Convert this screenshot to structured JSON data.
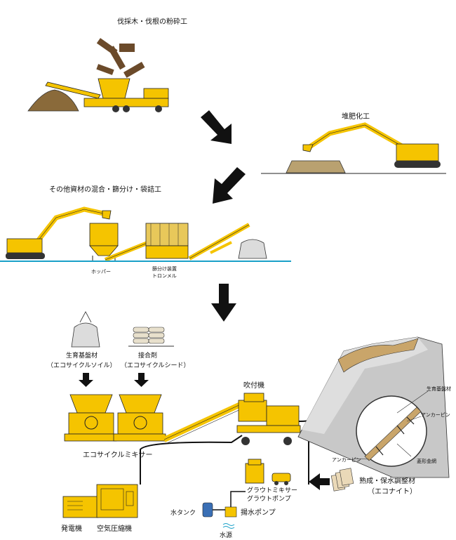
{
  "steps": {
    "crush": {
      "title": "伐採木・伐根の粉砕工"
    },
    "compost": {
      "title": "堆肥化工"
    },
    "mix": {
      "title": "その他資材の混合・篩分け・袋詰工",
      "hopper": "ホッパー",
      "screen_line1": "篩分け装置",
      "screen_line2": "トロンメル"
    }
  },
  "spray": {
    "soil_name": "生育基盤材",
    "soil_sub": "（エコサイクルソイル）",
    "seed_name": "接合剤",
    "seed_sub": "（エコサイクルシード）",
    "sprayer": "吹付機",
    "mixer": "エコサイクルミキサー",
    "generator": "発電機",
    "compressor": "空気圧縮機",
    "water_tank": "水タンク",
    "pump": "揚水ポンプ",
    "water_source": "水源",
    "grout_mixer": "グラウトミキサー",
    "grout_pump": "グラウトポンプ",
    "cure_name": "熟成・保水調整材",
    "cure_sub": "（エコナイト）"
  },
  "slope": {
    "base": "生育基盤材",
    "anchor_top": "アンカーピン",
    "mesh": "菱形金網",
    "anchor_bottom": "アンカーピン"
  },
  "colors": {
    "machine": "#f5c400",
    "ground": "#7a5a2e",
    "arrow": "#111111",
    "water": "#1aa0c8"
  }
}
